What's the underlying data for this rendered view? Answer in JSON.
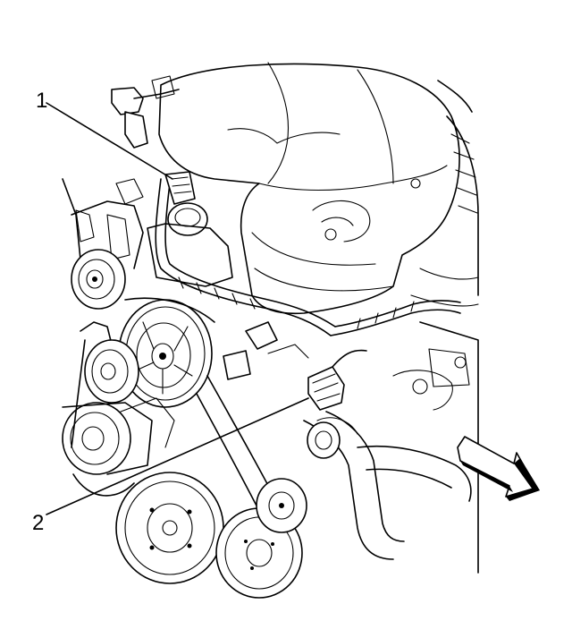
{
  "diagram": {
    "callouts": [
      {
        "id": "1",
        "label": "1"
      },
      {
        "id": "2",
        "label": "2"
      }
    ],
    "arrow": {
      "icon": "direction-arrow-icon",
      "color": "#000000"
    },
    "line_color": "#000000",
    "background": "#ffffff"
  }
}
